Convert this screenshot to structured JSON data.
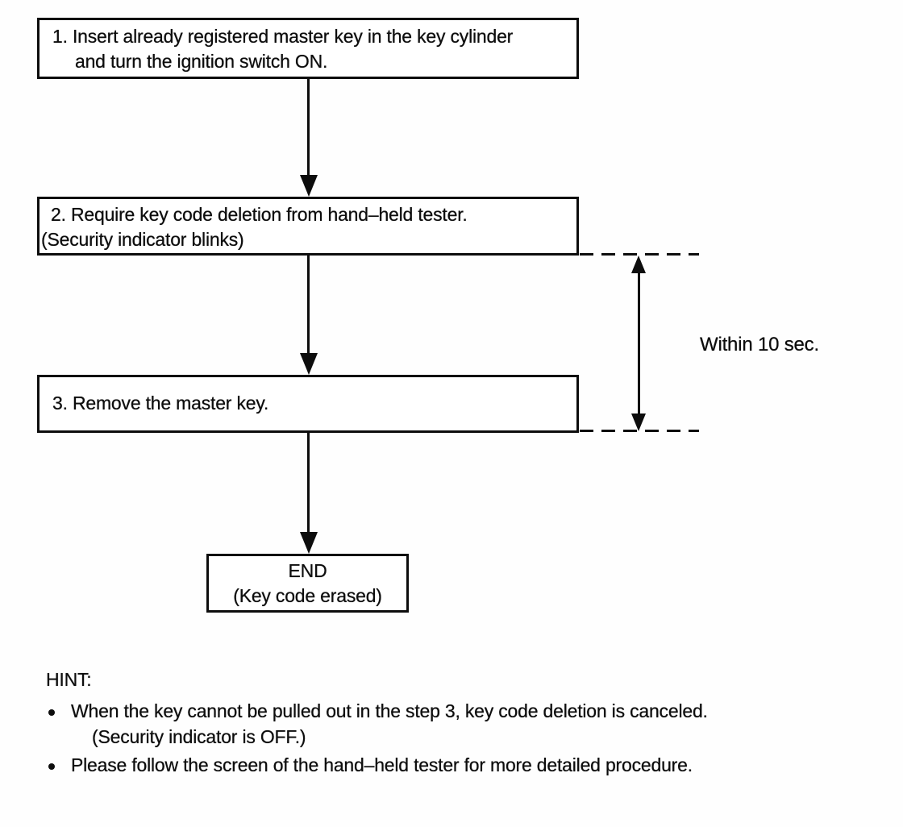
{
  "flowchart": {
    "steps": [
      {
        "lines": [
          "1. Insert already registered master key in the key cylinder",
          "and turn the ignition switch ON."
        ]
      },
      {
        "lines": [
          "2. Require key code deletion from hand–held tester.",
          "(Security indicator blinks)"
        ]
      },
      {
        "lines": [
          "3. Remove the master key."
        ]
      }
    ],
    "end_box": {
      "title": "END",
      "subtitle": "(Key code erased)"
    },
    "timing_label": "Within 10 sec."
  },
  "hint": {
    "heading": "HINT:",
    "bullets": [
      {
        "lines": [
          "When the key cannot be pulled out in the step 3, key code deletion is canceled.",
          "(Security indicator is OFF.)"
        ]
      },
      {
        "lines": [
          "Please follow the screen of the hand–held tester for more detailed procedure."
        ]
      }
    ]
  },
  "colors": {
    "ink": "#0d0d0d",
    "background": "#fefefe"
  }
}
